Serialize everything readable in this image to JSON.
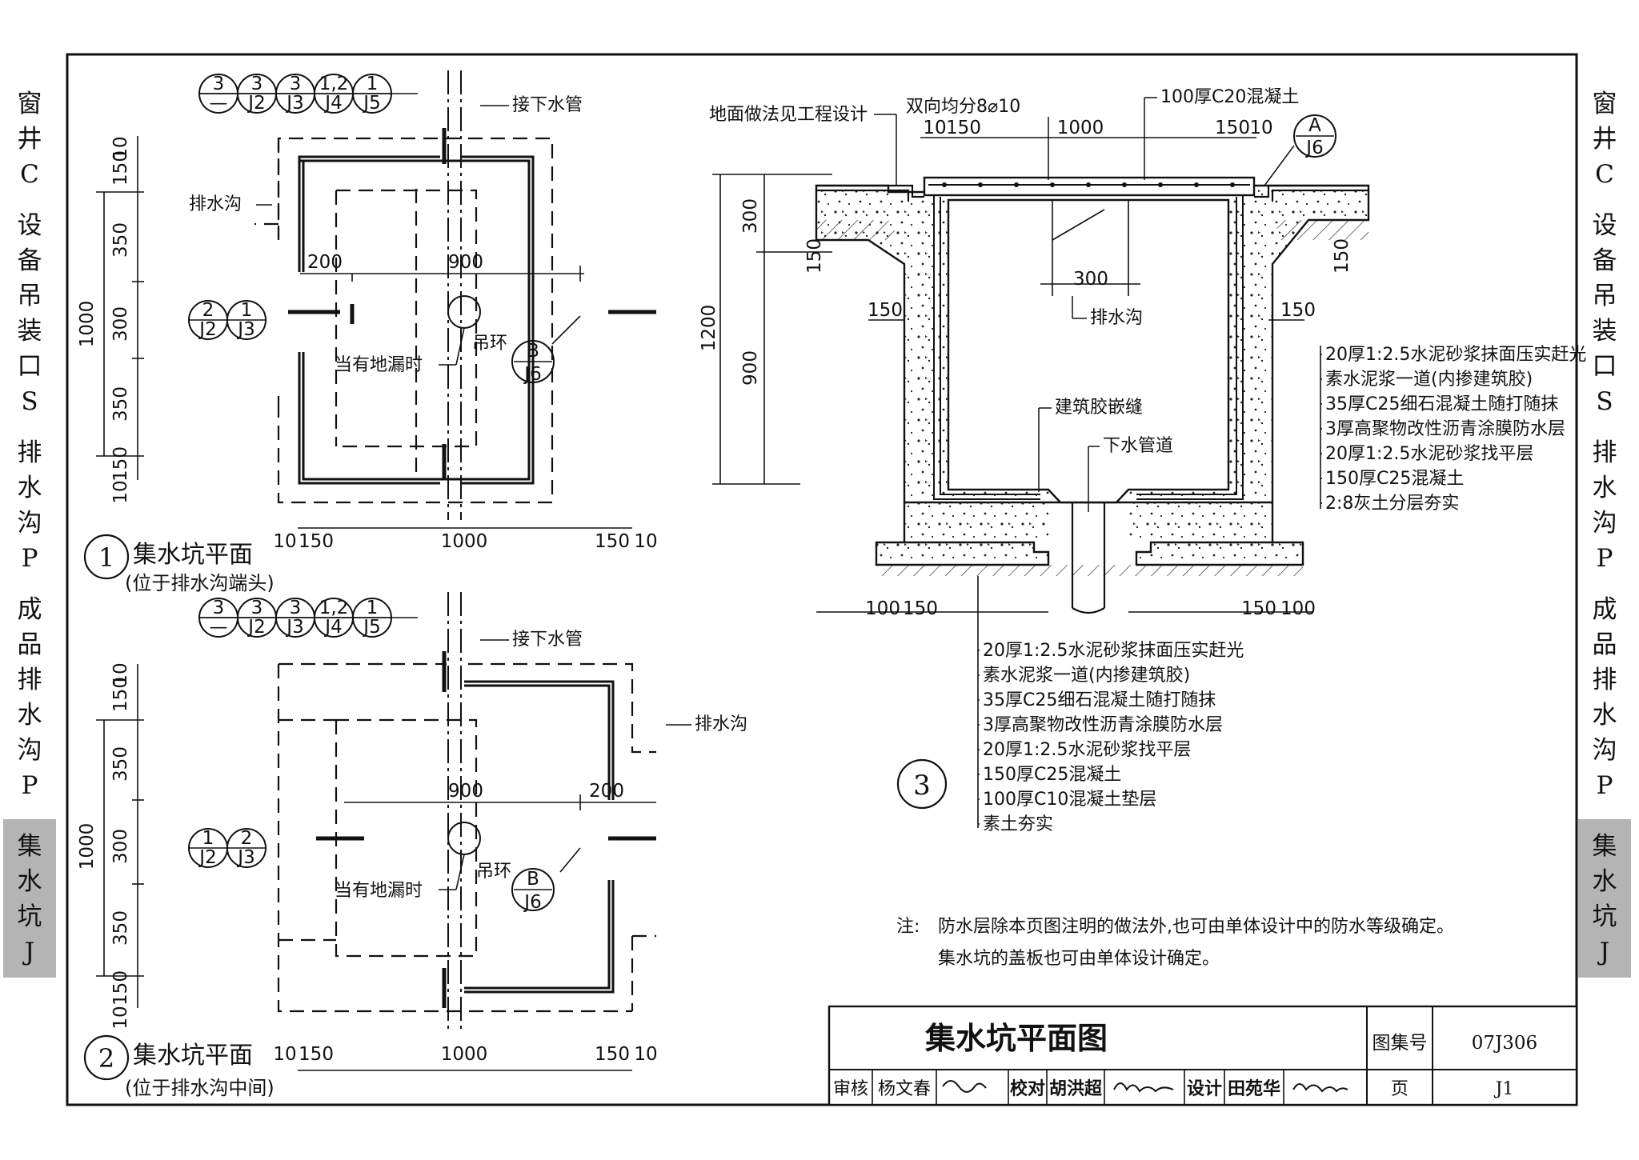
{
  "side_tabs": {
    "groups": [
      "窗井C",
      "设备吊装口S",
      "排水沟P",
      "成品排水沟P"
    ],
    "active": "集水坑J"
  },
  "plan1": {
    "refs": [
      [
        "3",
        "—"
      ],
      [
        "3",
        "J2"
      ],
      [
        "3",
        "J3"
      ],
      [
        "1,2",
        "J4"
      ],
      [
        "1",
        "J5"
      ]
    ],
    "side_refs": [
      [
        "2",
        "J2"
      ],
      [
        "1",
        "J3"
      ]
    ],
    "label_pipe": "接下水管",
    "label_ditch": "排水沟",
    "label_floor_drain": "当有地漏时",
    "label_ring": "吊环",
    "ring_ref": [
      "B",
      "J6"
    ],
    "dim_200": "200",
    "dim_900": "900",
    "left_dims": [
      "150",
      "10",
      "350",
      "300",
      "350",
      "150",
      "10"
    ],
    "overall_1000": "1000",
    "bottom_dims": [
      "10",
      "150",
      "1000",
      "150",
      "10"
    ],
    "no": "1",
    "title": "集水坑平面",
    "subtitle": "(位于排水沟端头)"
  },
  "plan2": {
    "refs": [
      [
        "3",
        "—"
      ],
      [
        "3",
        "J2"
      ],
      [
        "3",
        "J3"
      ],
      [
        "1,2",
        "J4"
      ],
      [
        "1",
        "J5"
      ]
    ],
    "side_refs": [
      [
        "1",
        "J2"
      ],
      [
        "2",
        "J3"
      ]
    ],
    "label_pipe": "接下水管",
    "label_ditch": "排水沟",
    "label_floor_drain": "当有地漏时",
    "label_ring": "吊环",
    "ring_ref": [
      "B",
      "J6"
    ],
    "dim_200": "200",
    "dim_900": "900",
    "left_dims": [
      "150",
      "10",
      "350",
      "300",
      "350",
      "150",
      "10"
    ],
    "overall_1000": "1000",
    "bottom_dims": [
      "10",
      "150",
      "1000",
      "150",
      "10"
    ],
    "no": "2",
    "title": "集水坑平面",
    "subtitle": "(位于排水沟中间)"
  },
  "section": {
    "label_floor": "地面做法见工程设计",
    "label_rebar": "双向均分8⌀10",
    "label_concrete": "100厚C20混凝土",
    "top_dims": [
      "10",
      "150",
      "1000",
      "150",
      "10"
    ],
    "ref": [
      "A",
      "J6"
    ],
    "dim_300_v": "300",
    "dim_150_left": "150",
    "dim_150_right": "150",
    "dim_1200": "1200",
    "dim_900": "900",
    "dim_150_l2": "150",
    "dim_150_r2": "150",
    "dim_300_h": "300",
    "label_ditch": "排水沟",
    "label_sealant": "建筑胶嵌缝",
    "label_pipe": "下水管道",
    "bottom_dims": [
      "100",
      "150",
      "150",
      "100"
    ],
    "right_layers": [
      "20厚1:2.5水泥砂浆抹面压实赶光",
      "素水泥浆一道(内掺建筑胶)",
      "35厚C25细石混凝土随打随抹",
      "3厚高聚物改性沥青涂膜防水层",
      "20厚1:2.5水泥砂浆找平层",
      "150厚C25混凝土",
      "2:8灰土分层夯实"
    ],
    "bottom_layers": [
      "20厚1:2.5水泥砂浆抹面压实赶光",
      "素水泥浆一道(内掺建筑胶)",
      "35厚C25细石混凝土随打随抹",
      "3厚高聚物改性沥青涂膜防水层",
      "20厚1:2.5水泥砂浆找平层",
      "150厚C25混凝土",
      "100厚C10混凝土垫层",
      "素土夯实"
    ],
    "no": "3"
  },
  "note": {
    "prefix": "注:",
    "line1": "防水层除本页图注明的做法外,也可由单体设计中的防水等级确定。",
    "line2": "集水坑的盖板也可由单体设计确定。"
  },
  "titleblock": {
    "title": "集水坑平面图",
    "atlas_label": "图集号",
    "atlas_no": "07J306",
    "review_label": "审核",
    "reviewer": "杨文春",
    "check_label": "校对",
    "checker": "胡洪超",
    "design_label": "设计",
    "designer": "田苑华",
    "page_label": "页",
    "page_no": "J1"
  }
}
